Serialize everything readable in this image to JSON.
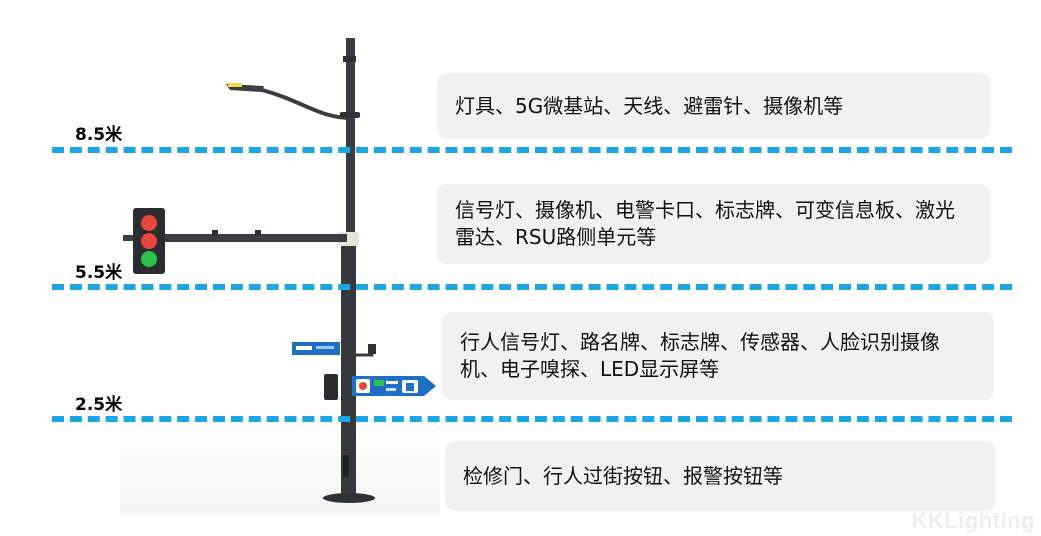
{
  "heights": [
    {
      "label": "8.5米"
    },
    {
      "label": "5.5米"
    },
    {
      "label": "2.5米"
    }
  ],
  "callouts": [
    {
      "text": "灯具、5G微基站、天线、避雷针、摄像机等"
    },
    {
      "text": "信号灯、摄像机、电警卡口、标志牌、可变信息板、激光雷达、RSU路侧单元等"
    },
    {
      "text": "行人信号灯、路名牌、标志牌、传感器、人脸识别摄像机、电子嗅探、LED显示屏等"
    },
    {
      "text": "检修门、行人过街按钮、报警按钮等"
    }
  ],
  "watermark": "KKLighting",
  "colors": {
    "dash": "#1ea6e4",
    "pole": "#3a3d42",
    "callout_bg": "#f1f1f1",
    "signal_red": "#e8473c",
    "signal_green": "#2fc24a",
    "sign_blue": "#1f6fc4"
  }
}
